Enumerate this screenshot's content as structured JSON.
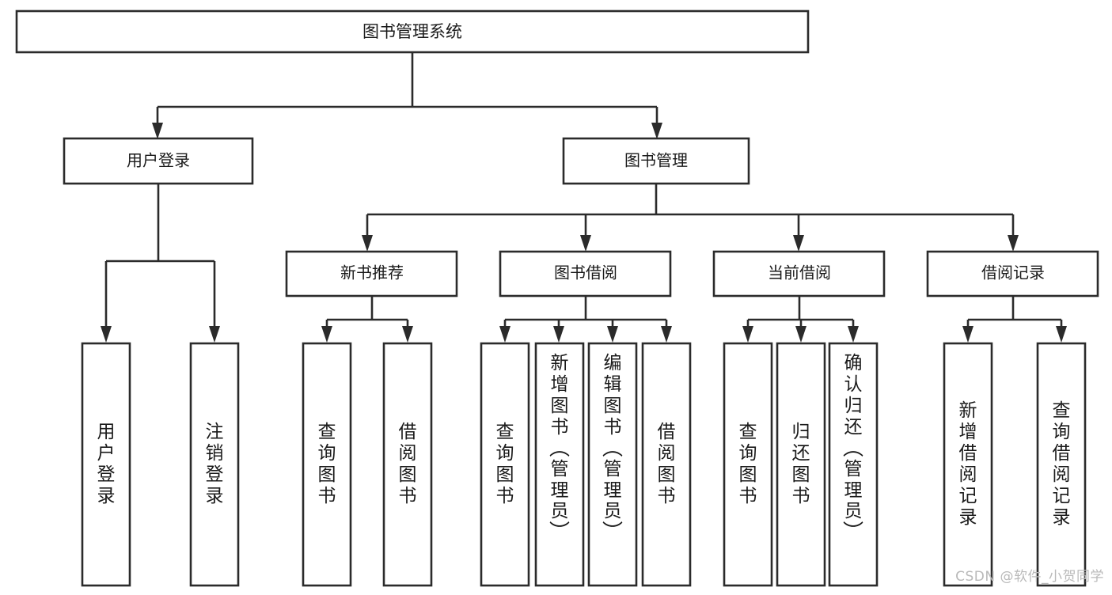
{
  "diagram": {
    "title": "图书管理系统",
    "type": "tree-hierarchy-chart",
    "watermark": "CSDN @软件_小贺同学",
    "colors": {
      "stroke": "#2b2b2b",
      "box_fill": "#ffffff",
      "text": "#1a1a1a",
      "background": "#ffffff",
      "watermark": "#b9b9b9"
    },
    "root": {
      "label": "图书管理系统"
    },
    "level2": [
      {
        "id": "user-login",
        "label": "用户登录"
      },
      {
        "id": "book-management",
        "label": "图书管理"
      }
    ],
    "level3": [
      {
        "id": "new-book-recommend",
        "label": "新书推荐",
        "parent": "book-management"
      },
      {
        "id": "book-borrow",
        "label": "图书借阅",
        "parent": "book-management"
      },
      {
        "id": "current-borrow",
        "label": "当前借阅",
        "parent": "book-management"
      },
      {
        "id": "borrow-record",
        "label": "借阅记录",
        "parent": "book-management"
      }
    ],
    "leaves": {
      "user-login": [
        {
          "id": "leaf-user-login",
          "label": "用户登录"
        },
        {
          "id": "leaf-user-logout",
          "label": "注销登录"
        }
      ],
      "new-book-recommend": [
        {
          "id": "leaf-query-book-1",
          "label": "查询图书"
        },
        {
          "id": "leaf-borrow-book-1",
          "label": "借阅图书"
        }
      ],
      "book-borrow": [
        {
          "id": "leaf-query-book-2",
          "label": "查询图书"
        },
        {
          "id": "leaf-add-book",
          "label": "新增图书（管理员）"
        },
        {
          "id": "leaf-edit-book",
          "label": "编辑图书（管理员）"
        },
        {
          "id": "leaf-borrow-book-2",
          "label": "借阅图书"
        }
      ],
      "current-borrow": [
        {
          "id": "leaf-query-book-3",
          "label": "查询图书"
        },
        {
          "id": "leaf-return-book",
          "label": "归还图书"
        },
        {
          "id": "leaf-confirm-return",
          "label": "确认归还（管理员）"
        }
      ],
      "borrow-record": [
        {
          "id": "leaf-add-borrow-record",
          "label": "新增借阅记录"
        },
        {
          "id": "leaf-query-borrow-record",
          "label": "查询借阅记录"
        }
      ]
    }
  }
}
